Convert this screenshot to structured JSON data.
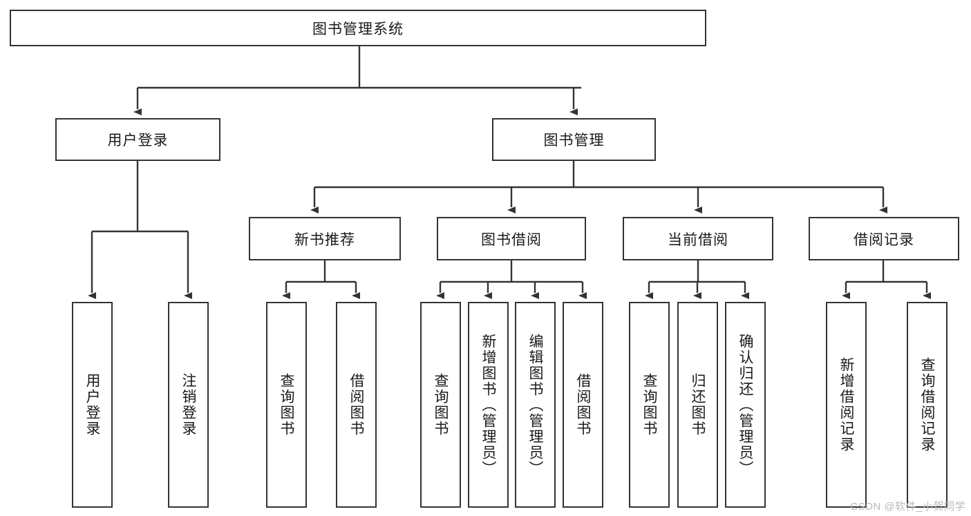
{
  "diagram": {
    "type": "tree",
    "title": "图书管理系统",
    "root": {
      "label": "图书管理系统"
    },
    "level1": [
      {
        "label": "用户登录"
      },
      {
        "label": "图书管理"
      }
    ],
    "level2": [
      {
        "label": "新书推荐"
      },
      {
        "label": "图书借阅"
      },
      {
        "label": "当前借阅"
      },
      {
        "label": "借阅记录"
      }
    ],
    "leaves": {
      "user_login": [
        {
          "label": "用户登录"
        },
        {
          "label": "注销登录"
        }
      ],
      "new_book_recommend": [
        {
          "label": "查询图书"
        },
        {
          "label": "借阅图书"
        }
      ],
      "book_borrow": [
        {
          "label": "查询图书"
        },
        {
          "label": "新增图书（管理员）"
        },
        {
          "label": "编辑图书（管理员）"
        },
        {
          "label": "借阅图书"
        }
      ],
      "current_borrow": [
        {
          "label": "查询图书"
        },
        {
          "label": "归还图书"
        },
        {
          "label": "确认归还（管理员）"
        }
      ],
      "borrow_record": [
        {
          "label": "新增借阅记录"
        },
        {
          "label": "查询借阅记录"
        }
      ]
    }
  },
  "watermark": {
    "text": "CSDN @软件_小贺同学"
  },
  "colors": {
    "stroke": "#333333",
    "background": "#ffffff",
    "text": "#1a1a1a",
    "watermark": "#b9b9b9"
  }
}
